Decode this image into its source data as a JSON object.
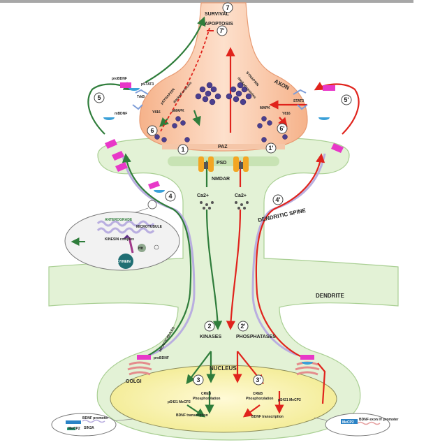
{
  "outcomes": {
    "survival": "SURVIVAL",
    "apoptosis": "APOPTOSIS"
  },
  "steps": {
    "s1": "1",
    "s1p": "1'",
    "s2": "2",
    "s2p": "2'",
    "s3": "3",
    "s3p": "3'",
    "s4": "4",
    "s4p": "4'",
    "s5": "5",
    "s5p": "5'",
    "s6": "6",
    "s6p": "6'",
    "s7": "7",
    "s7p": "7'"
  },
  "labels": {
    "axon": "AXON",
    "paz": "PAZ",
    "psd": "PSD",
    "nmdar": "NMDAR",
    "ca_left": "Ca2+",
    "ca_right": "Ca2+",
    "dendritic_spine": "DENDRITIC SPINE",
    "dendrite": "DENDRITE",
    "kinases": "KINASES",
    "phosphatases": "PHOSPHATASES",
    "nucleus": "NUCLEUS",
    "golgi": "GOLGI",
    "probdnf_golgi": "proBDNF",
    "microtubules": "MICROTUBULES",
    "creb_left": "CREB",
    "creb_phos_left": "Phosphorylation",
    "creb_right": "CREB",
    "creb_phos_right": "Phosphorylation",
    "mecp2_left": "pS421 MeCP2",
    "mecp2_right": "pS421 MeCP2",
    "bdnf_left": "BDNF transcription",
    "bdnf_right": "BDNF transcription",
    "synapsin_left": "pSYNAPSIN",
    "synapsin_right": "SYNAPSIN",
    "vesicle_left": "docked vesicles",
    "vesicle_right": "docked vesicles",
    "mapk_left": "pMAPK",
    "mapk_right": "MAPK",
    "probdnf_left": "proBDNF",
    "mbdnf_left": "mBDNF",
    "trkb": "TrkB",
    "pstat_left": "pSTAT3",
    "pstat_right": "STAT3",
    "y816_left": "Y816",
    "y816_right": "Y816",
    "anterograde": "ANTEROGRADE",
    "microtubule_inset": "MICROTUBULE",
    "kinesin": "KINESIN complex",
    "htt": "Htt",
    "dynein": "DYNEIN",
    "inset_left_mecp2": "MeCP2",
    "inset_left_sin3": "SIN3A",
    "inset_right_mecp2": "MeCP2",
    "inset_left_gene": "BDNF promoter",
    "inset_right_gene": "BDNF exon IV promoter"
  }
}
